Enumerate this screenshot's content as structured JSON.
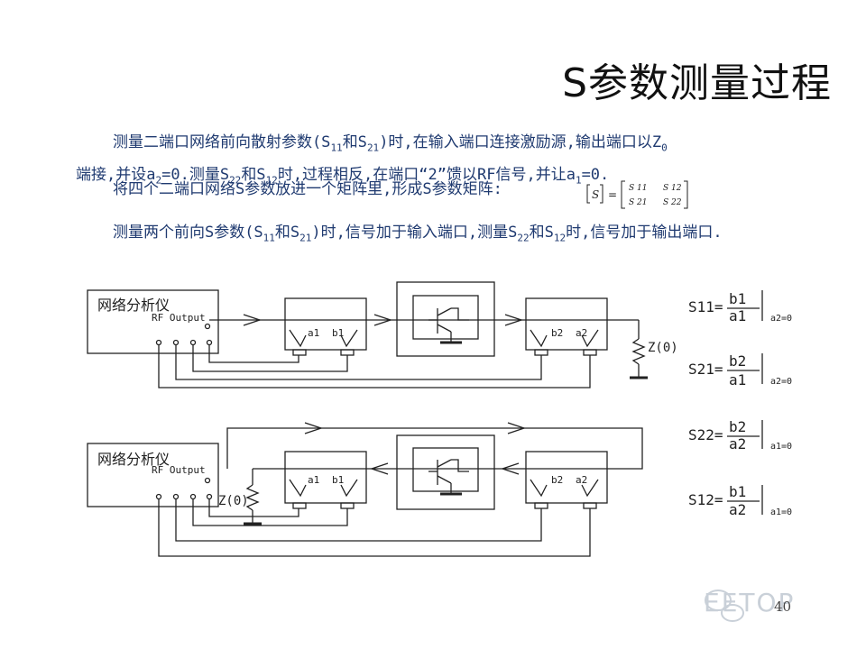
{
  "slide": {
    "title": "S参数测量过程",
    "page_number": "40",
    "watermark": "EETOP"
  },
  "text": {
    "p1": {
      "t1": "测量二端口网络前向散射参数(S",
      "s1": "11",
      "t2": "和S",
      "s2": "21",
      "t3": ")时,在输入端口连接激励源,输出端口以Z",
      "s3": "0",
      "t4": "端接,并设a",
      "s4": "2",
      "t5": "=0.测量S",
      "s5": "22",
      "t6": "和S",
      "s6": "12",
      "t7": "时,过程相反,在端口“2”馈以RF信号,并让a",
      "s7": "1",
      "t8": "=0."
    },
    "p2": "将四个二端口网络S参数放进一个矩阵里,形成S参数矩阵:",
    "p3": {
      "t1": "测量两个前向S参数(S",
      "s1": "11",
      "t2": "和S",
      "s2": "21",
      "t3": ")时,信号加于输入端口,测量S",
      "s3": "22",
      "t4": "和S",
      "s4": "12",
      "t5": "时,信号加于输出端口."
    }
  },
  "matrix": {
    "lhs": "S",
    "rows": [
      [
        "S 11",
        "S 12"
      ],
      [
        "S 21",
        "S 22"
      ]
    ]
  },
  "diagram": {
    "analyzer_label": "网络分析仪",
    "rf_output_label": "RF Output",
    "port_labels": {
      "a1": "a1",
      "b1": "b1",
      "b2": "b2",
      "a2": "a2"
    },
    "load_label_top": "Z(0)",
    "load_label_bottom": "Z(0)"
  },
  "equations": [
    {
      "lhs": "S11=",
      "num": "b1",
      "den": "a1",
      "cond": "a2=0"
    },
    {
      "lhs": "S21=",
      "num": "b2",
      "den": "a1",
      "cond": "a2=0"
    },
    {
      "lhs": "S22=",
      "num": "b2",
      "den": "a2",
      "cond": "a1=0"
    },
    {
      "lhs": "S12=",
      "num": "b1",
      "den": "a2",
      "cond": "a1=0"
    }
  ]
}
